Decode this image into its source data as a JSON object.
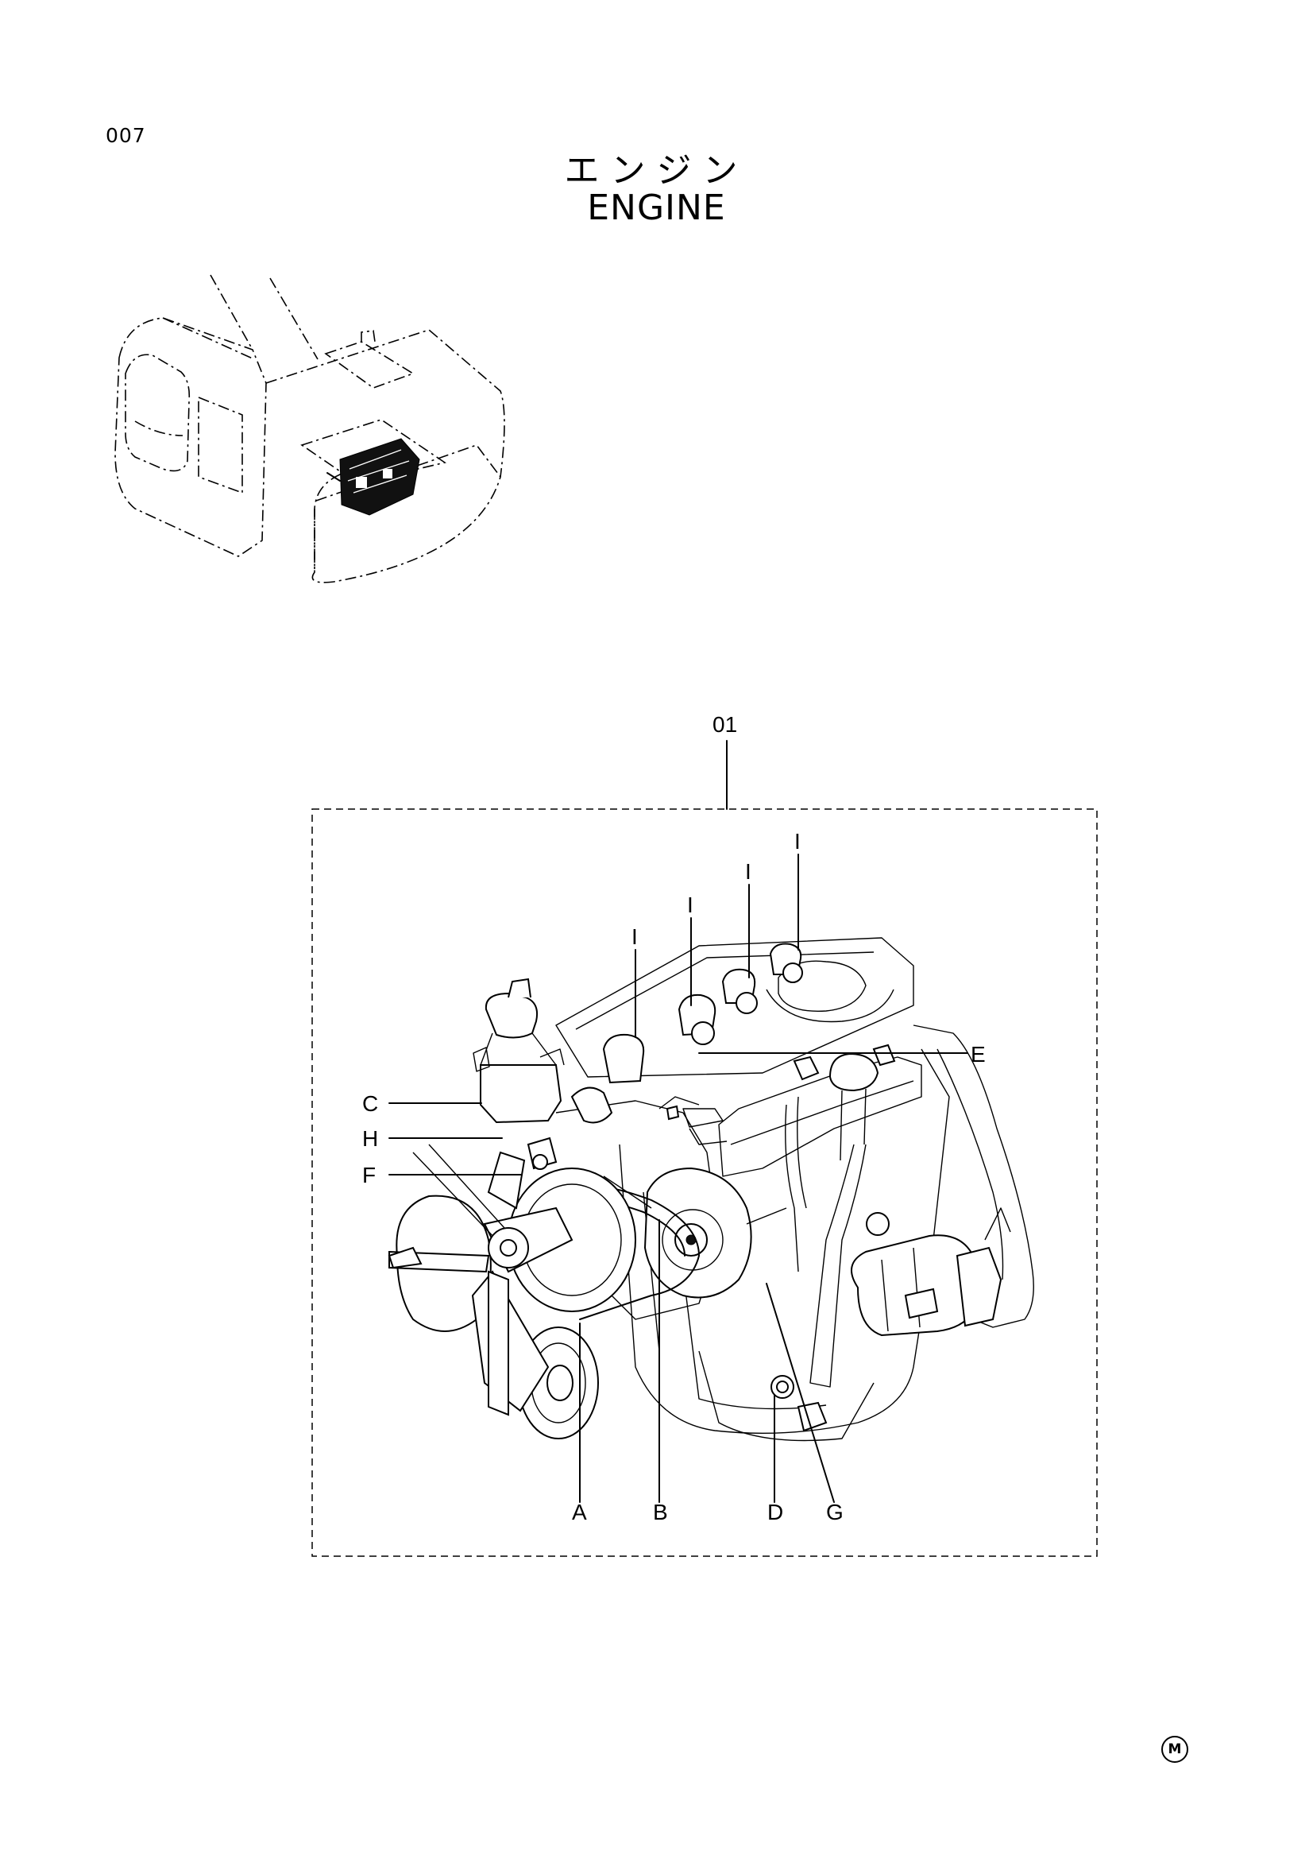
{
  "page": {
    "number": "007",
    "title_jp": "エンジン",
    "title_en": "ENGINE",
    "footer_mark": "M"
  },
  "diagram": {
    "assembly_label": "01",
    "callouts": {
      "A": "A",
      "B": "B",
      "C": "C",
      "D": "D",
      "E": "E",
      "F": "F",
      "G": "G",
      "H": "H",
      "I": "I"
    }
  }
}
